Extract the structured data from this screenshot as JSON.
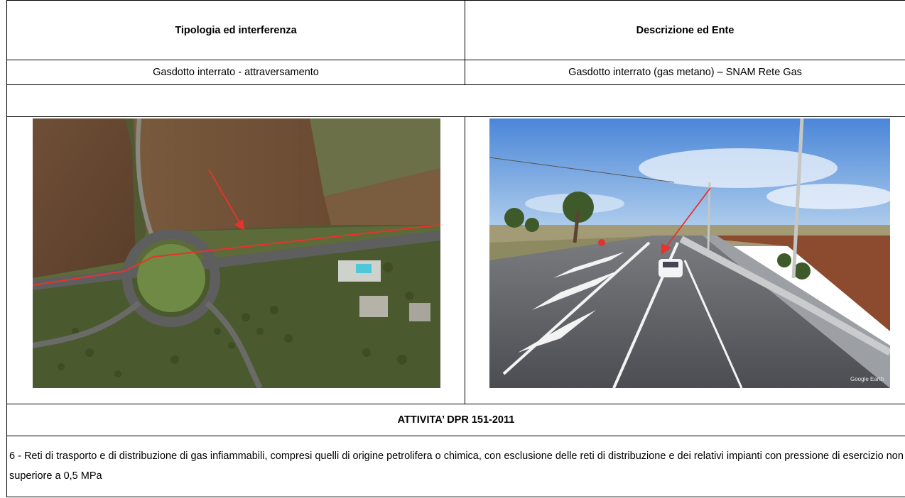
{
  "table": {
    "col1_header": "Tipologia ed interferenza",
    "col2_header": "Descrizione ed Ente",
    "col1_value": "Gasdotto interrato - attraversamento",
    "col2_value": "Gasdotto interrato (gas metano) – SNAM Rete Gas",
    "activity_header": "ATTIVITA’ DPR 151-2011",
    "activity_text": "6 - Reti di trasporto e di distribuzione di gas infiammabili, compresi quelli di origine petrolifera o chimica, con esclusione delle reti di distribuzione e dei relativi impianti con pressione di esercizio non superiore a 0,5 MPa"
  },
  "images": {
    "aerial_view": "satellite photo of roundabout with red gas pipeline route",
    "street_view": "street-level photo of road with red arrow at crossing",
    "street_watermark": "Google Earth"
  },
  "colors": {
    "marker_red": "#e8322a",
    "border": "#000000"
  }
}
